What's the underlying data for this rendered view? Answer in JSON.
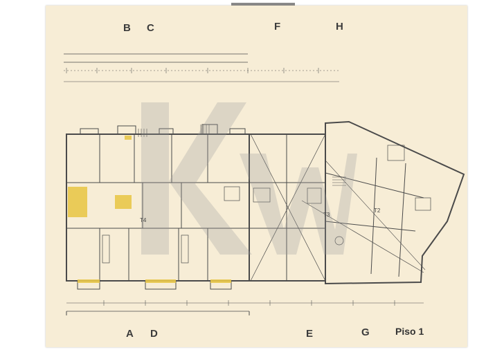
{
  "plan": {
    "grid_top": [
      "B",
      "C",
      "F",
      "H"
    ],
    "grid_bottom": [
      "A",
      "D",
      "E",
      "G"
    ],
    "floor_label": "Piso 1",
    "unit_labels": [
      "T4",
      "T3",
      "T2"
    ]
  },
  "colors": {
    "paper": "#f7edd6",
    "lines": "#4a4a4a",
    "highlight": "#e8c74a",
    "watermark": "#9a9a9a"
  }
}
